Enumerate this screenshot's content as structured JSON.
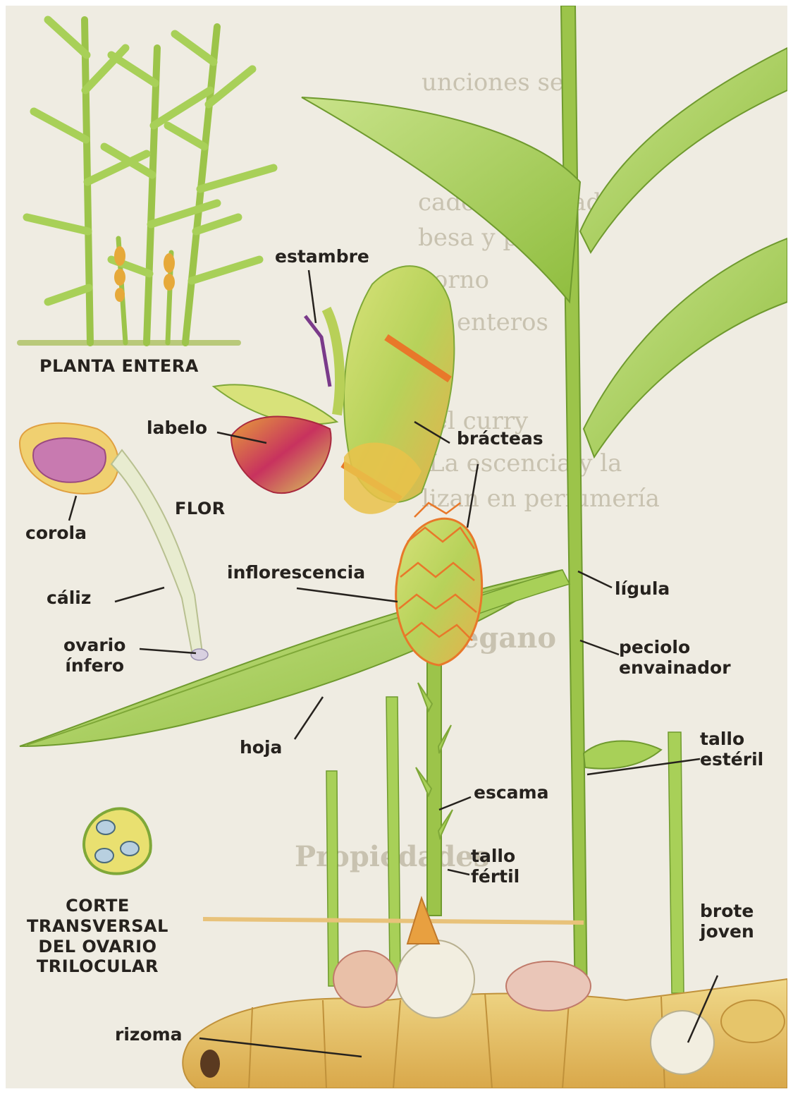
{
  "labels": {
    "planta_entera": "PLANTA ENTERA",
    "estambre": "estambre",
    "labelo": "labelo",
    "bracteas": "brácteas",
    "flor": "FLOR",
    "corola": "corola",
    "caliz": "cáliz",
    "ovario_infero_1": "ovario",
    "ovario_infero_2": "ínfero",
    "inflorescencia": "inflorescencia",
    "ligula": "lígula",
    "peciolo_1": "peciolo",
    "peciolo_2": "envainador",
    "hoja": "hoja",
    "tallo_esteril_1": "tallo",
    "tallo_esteril_2": "estéril",
    "escama": "escama",
    "tallo_fertil_1": "tallo",
    "tallo_fertil_2": "fértil",
    "corte_1": "CORTE",
    "corte_2": "TRANSVERSAL",
    "corte_3": "DEL OVARIO",
    "corte_4": "TRILOCULAR",
    "brote_1": "brote",
    "brote_2": "joven",
    "rizoma": "rizoma"
  },
  "background_text_fragments": [
    "unciones se",
    "cados y pescado",
    "besa y pollo",
    "horno",
    "enteros",
    "del curry",
    "La escencia y la",
    "lizan en perfumería",
    "Orégano",
    "Propiedades"
  ],
  "colors": {
    "paper": "#efece2",
    "leaf": "#a9cf58",
    "leaf_dark": "#6f9a2e",
    "stem": "#9cc44a",
    "bract_orange": "#e8782a",
    "bract_yellow": "#e9d86a",
    "labelo_magenta": "#c8325e",
    "rhizome": "#e6c56a",
    "text": "#26221e"
  }
}
